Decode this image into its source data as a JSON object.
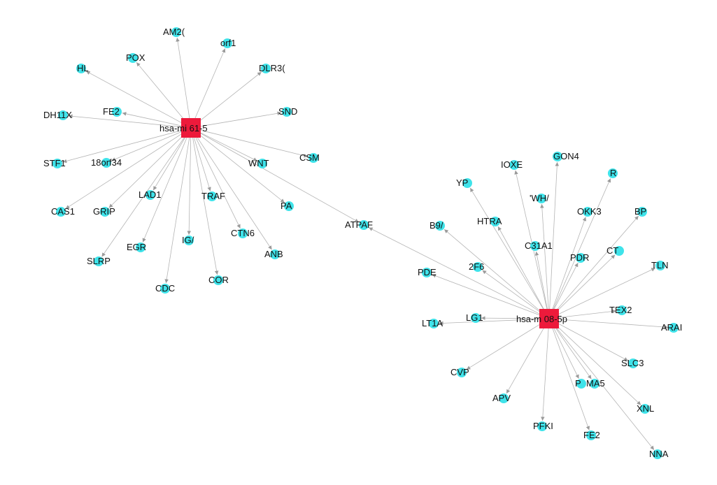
{
  "colors": {
    "hub": "#ed1a3b",
    "target": "#3fe3ea",
    "edge": "#b4b4b4",
    "label": "#111111"
  },
  "hubs": [
    {
      "id": "h1",
      "label": "hsa-mi    61-5"
    },
    {
      "id": "h2",
      "label": "hsa-m    08-5p"
    }
  ],
  "targets": [
    {
      "id": "t1",
      "label": "AM2("
    },
    {
      "id": "t2",
      "label": "orf1"
    },
    {
      "id": "t3",
      "label": "POX"
    },
    {
      "id": "t4",
      "label": "DLR3("
    },
    {
      "id": "t5",
      "label": "HL"
    },
    {
      "id": "t6",
      "label": "SND"
    },
    {
      "id": "t7",
      "label": "DH11X"
    },
    {
      "id": "t8",
      "label": "FE2"
    },
    {
      "id": "t9",
      "label": "STF1"
    },
    {
      "id": "t10",
      "label": "18orf34"
    },
    {
      "id": "t11",
      "label": "WNT"
    },
    {
      "id": "t12",
      "label": "CSM"
    },
    {
      "id": "t13",
      "label": "LAD1"
    },
    {
      "id": "t14",
      "label": "TRAF"
    },
    {
      "id": "t15",
      "label": "CAS1"
    },
    {
      "id": "t16",
      "label": "GRIP"
    },
    {
      "id": "t17",
      "label": "PA"
    },
    {
      "id": "t18",
      "label": "CTN6"
    },
    {
      "id": "t19",
      "label": "EGR"
    },
    {
      "id": "t20",
      "label": "IG/"
    },
    {
      "id": "t21",
      "label": "ANB"
    },
    {
      "id": "t22",
      "label": "SLRP"
    },
    {
      "id": "t23",
      "label": "COR"
    },
    {
      "id": "t24",
      "label": "CDC"
    },
    {
      "id": "t25",
      "label": "ATPAF"
    },
    {
      "id": "t26",
      "label": "GON4"
    },
    {
      "id": "t27",
      "label": "IOXE"
    },
    {
      "id": "t28",
      "label": "YP"
    },
    {
      "id": "t29",
      "label": "R"
    },
    {
      "id": "t30",
      "label": "'WH/"
    },
    {
      "id": "t31",
      "label": "OKK3"
    },
    {
      "id": "t32",
      "label": "BP"
    },
    {
      "id": "t33",
      "label": "B9/"
    },
    {
      "id": "t34",
      "label": "HTRA"
    },
    {
      "id": "t35",
      "label": "C31A1"
    },
    {
      "id": "t36",
      "label": "PDR"
    },
    {
      "id": "t37",
      "label": "CT"
    },
    {
      "id": "t38",
      "label": "TLN"
    },
    {
      "id": "t39",
      "label": "PDE"
    },
    {
      "id": "t40",
      "label": "2F6"
    },
    {
      "id": "t41",
      "label": "TEX2"
    },
    {
      "id": "t42",
      "label": "LG1"
    },
    {
      "id": "t43",
      "label": "LT1A"
    },
    {
      "id": "t44",
      "label": "ARAI"
    },
    {
      "id": "t45",
      "label": "SLC3"
    },
    {
      "id": "t46",
      "label": "CVP"
    },
    {
      "id": "t47",
      "label": "P"
    },
    {
      "id": "t48",
      "label": "MA5"
    },
    {
      "id": "t49",
      "label": "APV"
    },
    {
      "id": "t50",
      "label": "XNL"
    },
    {
      "id": "t51",
      "label": "PFKI"
    },
    {
      "id": "t52",
      "label": "FE2"
    },
    {
      "id": "t53",
      "label": "NNA"
    }
  ],
  "edges": [
    [
      "h1",
      "t1"
    ],
    [
      "h1",
      "t2"
    ],
    [
      "h1",
      "t3"
    ],
    [
      "h1",
      "t4"
    ],
    [
      "h1",
      "t5"
    ],
    [
      "h1",
      "t6"
    ],
    [
      "h1",
      "t7"
    ],
    [
      "h1",
      "t8"
    ],
    [
      "h1",
      "t9"
    ],
    [
      "h1",
      "t10"
    ],
    [
      "h1",
      "t11"
    ],
    [
      "h1",
      "t12"
    ],
    [
      "h1",
      "t13"
    ],
    [
      "h1",
      "t14"
    ],
    [
      "h1",
      "t15"
    ],
    [
      "h1",
      "t16"
    ],
    [
      "h1",
      "t17"
    ],
    [
      "h1",
      "t18"
    ],
    [
      "h1",
      "t19"
    ],
    [
      "h1",
      "t20"
    ],
    [
      "h1",
      "t21"
    ],
    [
      "h1",
      "t22"
    ],
    [
      "h1",
      "t23"
    ],
    [
      "h1",
      "t24"
    ],
    [
      "h1",
      "t25"
    ],
    [
      "h2",
      "t25"
    ],
    [
      "h2",
      "t26"
    ],
    [
      "h2",
      "t27"
    ],
    [
      "h2",
      "t28"
    ],
    [
      "h2",
      "t29"
    ],
    [
      "h2",
      "t30"
    ],
    [
      "h2",
      "t31"
    ],
    [
      "h2",
      "t32"
    ],
    [
      "h2",
      "t33"
    ],
    [
      "h2",
      "t34"
    ],
    [
      "h2",
      "t35"
    ],
    [
      "h2",
      "t36"
    ],
    [
      "h2",
      "t37"
    ],
    [
      "h2",
      "t38"
    ],
    [
      "h2",
      "t39"
    ],
    [
      "h2",
      "t40"
    ],
    [
      "h2",
      "t41"
    ],
    [
      "h2",
      "t42"
    ],
    [
      "h2",
      "t43"
    ],
    [
      "h2",
      "t44"
    ],
    [
      "h2",
      "t45"
    ],
    [
      "h2",
      "t46"
    ],
    [
      "h2",
      "t47"
    ],
    [
      "h2",
      "t48"
    ],
    [
      "h2",
      "t49"
    ],
    [
      "h2",
      "t50"
    ],
    [
      "h2",
      "t51"
    ],
    [
      "h2",
      "t52"
    ],
    [
      "h2",
      "t53"
    ]
  ]
}
